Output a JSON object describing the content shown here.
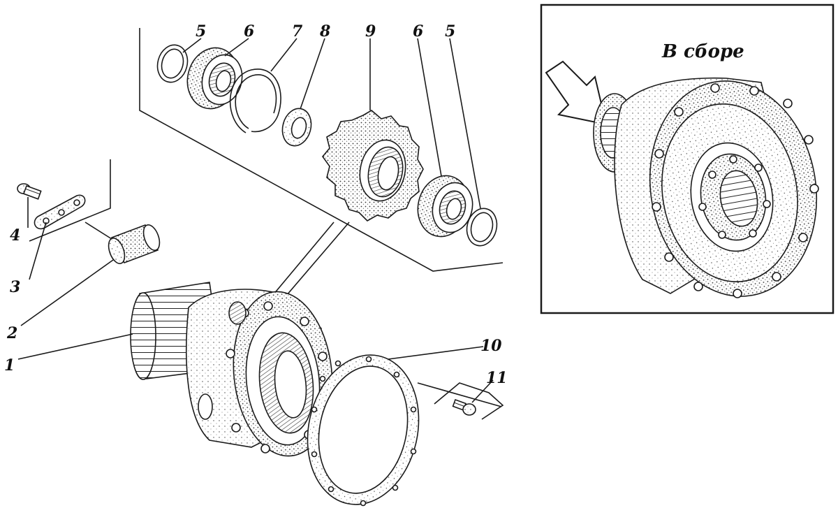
{
  "inset": {
    "title": "В сборе"
  },
  "callouts": [
    {
      "id": "5a",
      "text": "5"
    },
    {
      "id": "6a",
      "text": "6"
    },
    {
      "id": "7",
      "text": "7"
    },
    {
      "id": "8",
      "text": "8"
    },
    {
      "id": "9",
      "text": "9"
    },
    {
      "id": "6b",
      "text": "6"
    },
    {
      "id": "5b",
      "text": "5"
    },
    {
      "id": "4",
      "text": "4"
    },
    {
      "id": "3",
      "text": "3"
    },
    {
      "id": "2",
      "text": "2"
    },
    {
      "id": "1",
      "text": "1"
    },
    {
      "id": "10",
      "text": "10"
    },
    {
      "id": "11",
      "text": "11"
    }
  ]
}
